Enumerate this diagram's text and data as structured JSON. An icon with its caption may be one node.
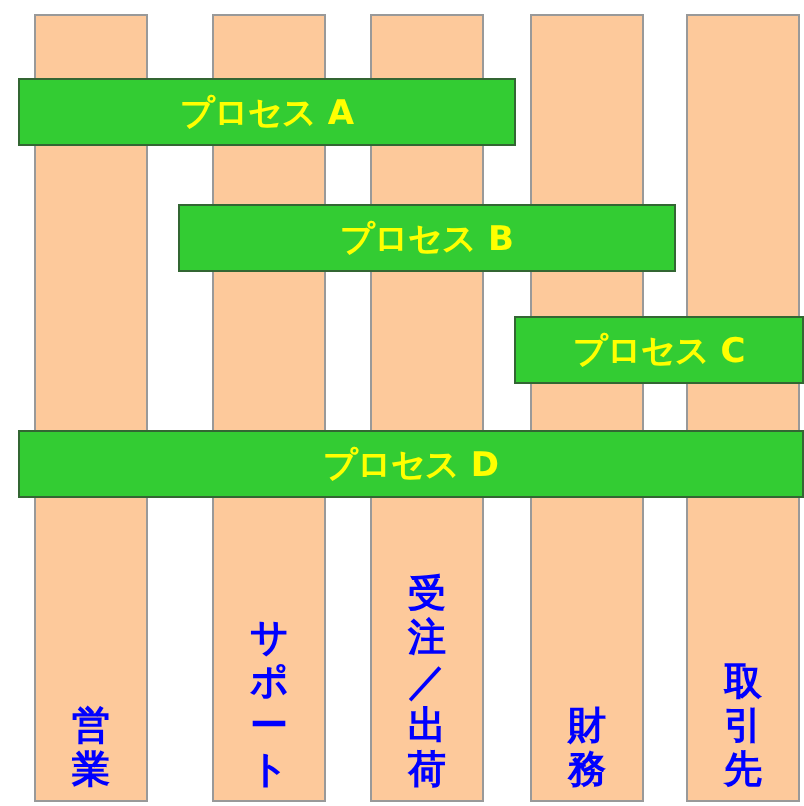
{
  "diagram": {
    "nodes": [
      {
        "text": [
          "営業"
        ]
      },
      {
        "text": [
          "サポート"
        ]
      },
      {
        "text": [
          "受注／出荷"
        ]
      },
      {
        "text": [
          "財務"
        ]
      },
      {
        "text": [
          "取引先"
        ]
      },
      {
        "text": [
          "プロセス A"
        ]
      },
      {
        "text": [
          "プロセス B"
        ]
      },
      {
        "text": [
          "プロセス C"
        ]
      },
      {
        "text": [
          "プロセス D"
        ]
      }
    ]
  }
}
